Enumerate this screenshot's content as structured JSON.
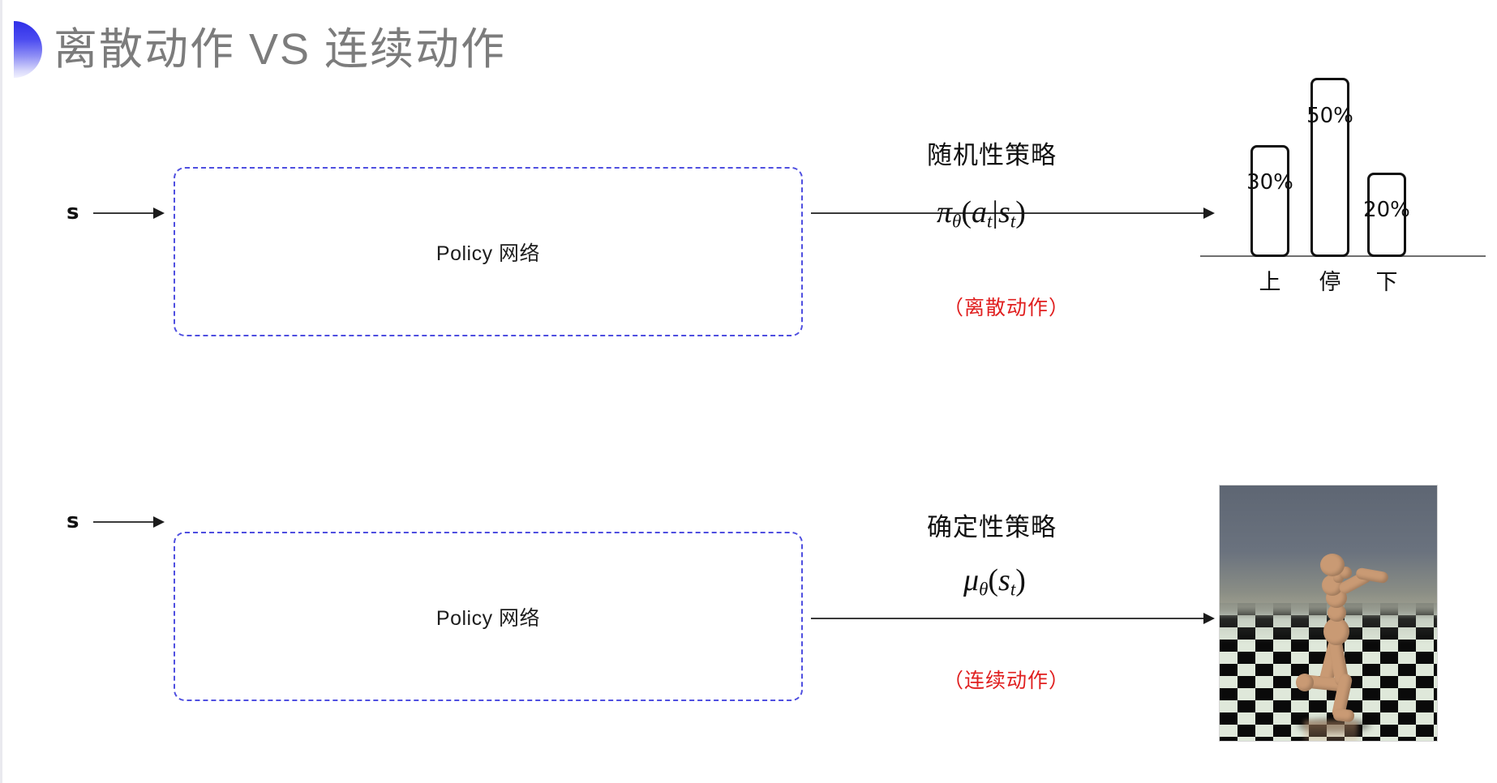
{
  "slide": {
    "title": "离散动作 VS 连续动作",
    "background_color": "#ffffff",
    "title_color": "#7c7c7c",
    "accent_color": "#4f4fe0",
    "note_color": "#e02020"
  },
  "rows": [
    {
      "id": "discrete",
      "input_label": "s",
      "box_label": "Policy 网络",
      "policy_name": "随机性策略",
      "formula": {
        "fn": "π",
        "fn_sub": "θ",
        "open": "(",
        "arg1": "a",
        "arg1_sub": "t",
        "bar": "|",
        "arg2": "s",
        "arg2_sub": "t",
        "close": ")"
      },
      "note": "（离散动作）",
      "output_kind": "bar-chart"
    },
    {
      "id": "continuous",
      "input_label": "s",
      "box_label": "Policy 网络",
      "policy_name": "确定性策略",
      "formula": {
        "fn": "μ",
        "fn_sub": "θ",
        "open": "(",
        "arg1": "s",
        "arg1_sub": "t",
        "close": ")"
      },
      "note": "（连续动作）",
      "output_kind": "humanoid-simulation"
    }
  ],
  "chart_data": {
    "type": "bar",
    "title": "",
    "categories": [
      "上",
      "停",
      "下"
    ],
    "values": [
      30,
      50,
      20
    ],
    "value_labels": [
      "30%",
      "50%",
      "20%"
    ],
    "xlabel": "",
    "ylabel": "",
    "ylim": [
      0,
      55
    ],
    "grid": false,
    "legend": "none",
    "bar_fill": "#ffffff",
    "bar_stroke": "#111111"
  },
  "simulation": {
    "name": "MuJoCo Humanoid",
    "sky_color": "#6a727e",
    "floor_colors": [
      "#0a0a0a",
      "#dfe8da"
    ],
    "body_color": "#c99a74"
  }
}
